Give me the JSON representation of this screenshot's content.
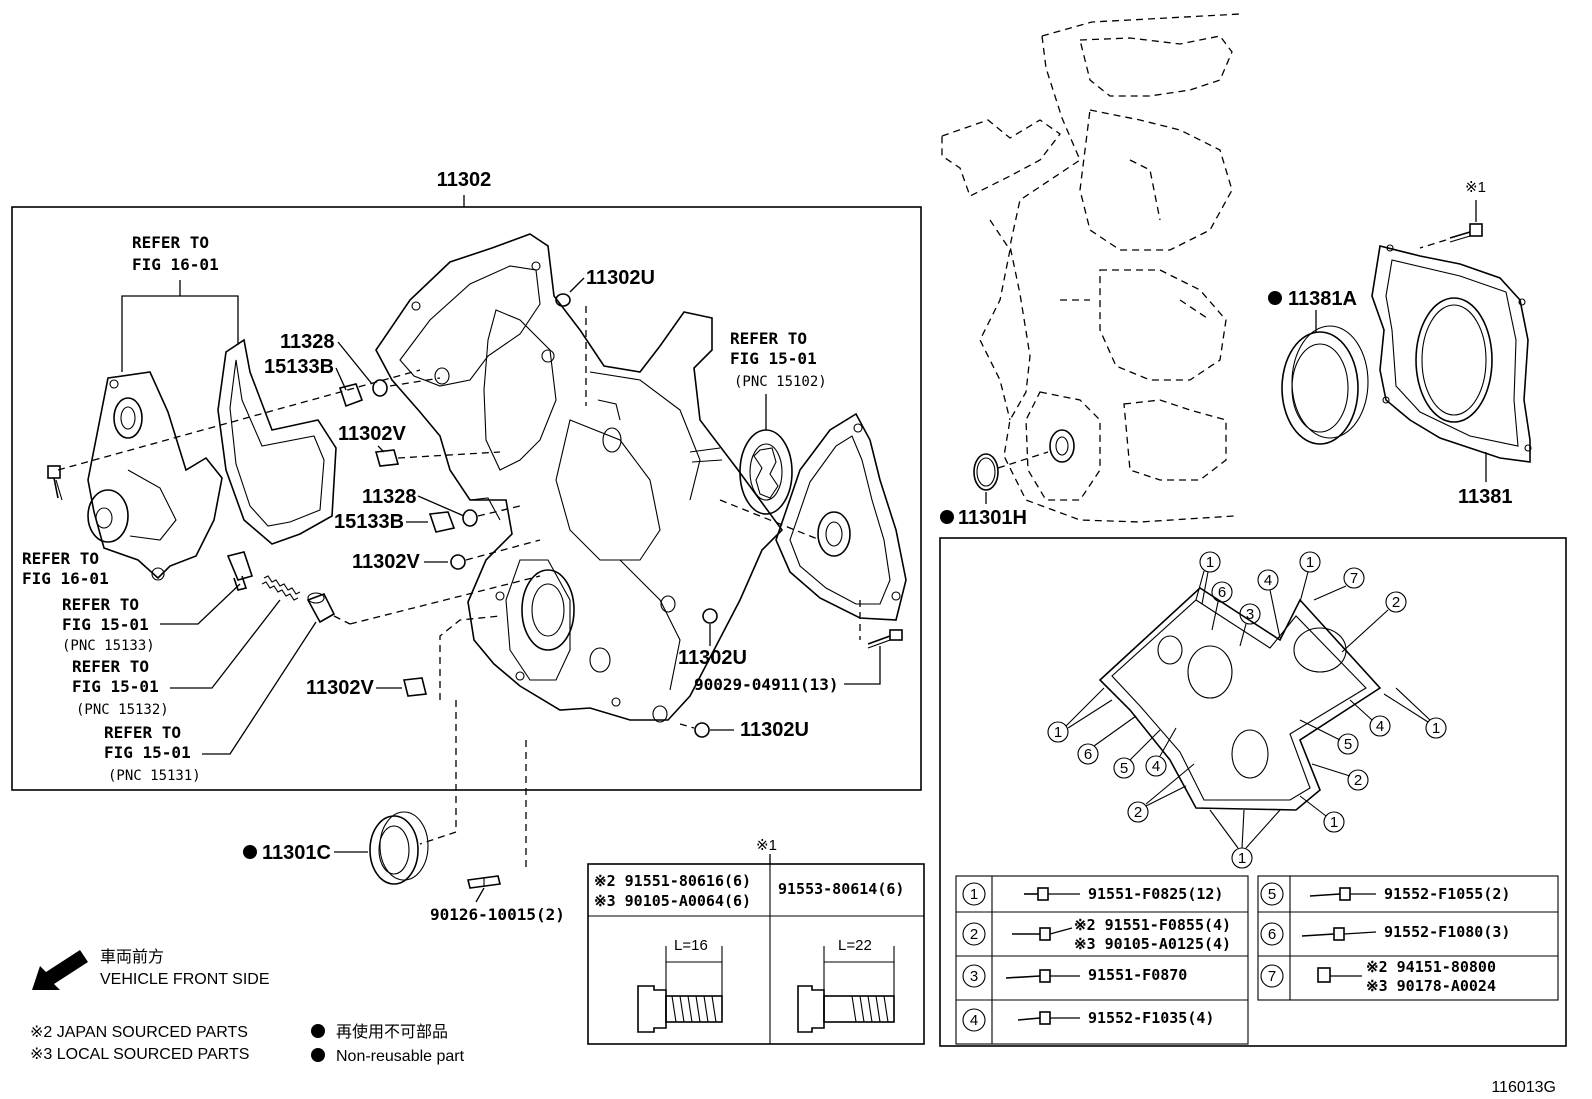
{
  "main": {
    "assembly_label": "11302",
    "refs": {
      "fig1601_top_line1": "REFER TO",
      "fig1601_top_line2": "FIG 16-01",
      "fig1601_bot_line1": "REFER TO",
      "fig1601_bot_line2": "FIG 16-01",
      "fig1501_a_line1": "REFER TO",
      "fig1501_a_line2": "FIG 15-01",
      "fig1501_a_pnc": "(PNC 15133)",
      "fig1501_b_line1": "REFER TO",
      "fig1501_b_line2": "FIG 15-01",
      "fig1501_b_pnc": "(PNC 15132)",
      "fig1501_c_line1": "REFER TO",
      "fig1501_c_line2": "FIG 15-01",
      "fig1501_c_pnc": "(PNC 15131)",
      "fig1501_d_line1": "REFER TO",
      "fig1501_d_line2": "FIG 15-01",
      "fig1501_d_pnc": "(PNC 15102)"
    },
    "callouts": {
      "c11328_a": "11328",
      "c15133b_a": "15133B",
      "c11302v_a": "11302V",
      "c11328_b": "11328",
      "c15133b_b": "15133B",
      "c11302v_b": "11302V",
      "c11302v_c": "11302V",
      "c11302u_a": "11302U",
      "c11302u_b": "11302U",
      "c11302u_c": "11302U",
      "c90029": "90029-04911(13)",
      "c11301c": "11301C",
      "c90126": "90126-10015(2)"
    }
  },
  "right": {
    "c11381a": "11381A",
    "c11381": "11381",
    "c11301h": "11301H",
    "note1": "※1"
  },
  "bolt_table": {
    "mark": "※1",
    "col1_row1": "※2 91551-80616(6)",
    "col1_row2": "※3 90105-A0064(6)",
    "col2": "91553-80614(6)",
    "len1": "L=16",
    "len2": "L=22"
  },
  "circle_numbers": [
    "1",
    "2",
    "3",
    "4",
    "5",
    "6",
    "7"
  ],
  "bolt_list": [
    {
      "num": "1",
      "line1": "91551-F0825(12)",
      "line2": ""
    },
    {
      "num": "2",
      "line1": "※2 91551-F0855(4)",
      "line2": "※3 90105-A0125(4)"
    },
    {
      "num": "3",
      "line1": "91551-F0870",
      "line2": ""
    },
    {
      "num": "4",
      "line1": "91552-F1035(4)",
      "line2": ""
    },
    {
      "num": "5",
      "line1": "91552-F1055(2)",
      "line2": ""
    },
    {
      "num": "6",
      "line1": "91552-F1080(3)",
      "line2": ""
    },
    {
      "num": "7",
      "line1": "※2 94151-80800",
      "line2": "※3 90178-A0024"
    }
  ],
  "legend": {
    "front_jp": "車両前方",
    "front_en": "VEHICLE FRONT SIDE",
    "note2": "※2 JAPAN SOURCED PARTS",
    "note3": "※3 LOCAL SOURCED PARTS",
    "nonreuse_jp": "再使用不可部品",
    "nonreuse_en": "Non-reusable part"
  },
  "figure_id": "116013G"
}
